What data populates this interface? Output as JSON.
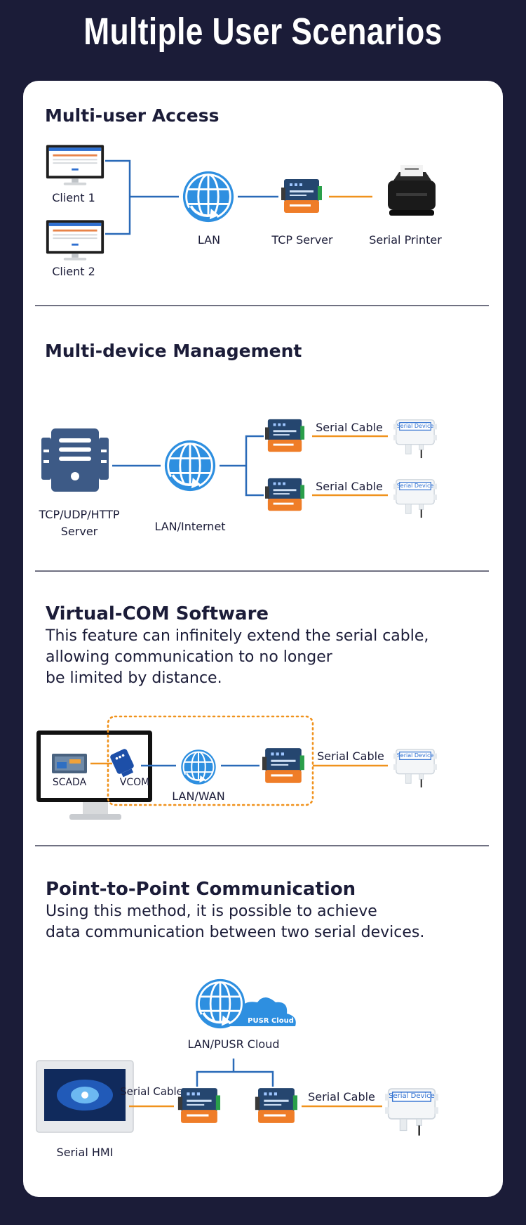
{
  "title": "Multiple User Scenarios",
  "sections": [
    {
      "heading": "Multi-user Access",
      "labels": {
        "client1": "Client 1",
        "client2": "Client 2",
        "lan": "LAN",
        "tcp_server": "TCP Server",
        "printer": "Serial Printer"
      }
    },
    {
      "heading": "Multi-device Management",
      "labels": {
        "server_line1": "TCP/UDP/HTTP",
        "server_line2": "Server",
        "lan_internet": "LAN/Internet",
        "cable1": "Serial Cable",
        "cable2": "Serial Cable",
        "device_tag": "Serial Device"
      }
    },
    {
      "heading": "Virtual-COM Software",
      "description": [
        "This feature can infinitely extend the serial cable,",
        "allowing communication to no longer",
        "be limited by distance."
      ],
      "labels": {
        "scada": "SCADA",
        "vcom": "VCOM",
        "lan_wan": "LAN/WAN",
        "cable": "Serial Cable",
        "device_tag": "Serial Device"
      }
    },
    {
      "heading": "Point-to-Point Communication",
      "description": [
        "Using this method, it is possible to achieve",
        "data communication between two serial devices."
      ],
      "labels": {
        "cloud_badge": "PUSR Cloud",
        "lan_cloud": "LAN/PUSR Cloud",
        "hmi": "Serial HMI",
        "cable_left": "Serial Cable",
        "cable_right": "Serial Cable",
        "device_tag": "Serial Device"
      }
    }
  ],
  "colors": {
    "background": "#1b1c38",
    "line_blue": "#2a6ab8",
    "line_orange": "#f0921d",
    "globe_blue": "#2e8fe0"
  }
}
